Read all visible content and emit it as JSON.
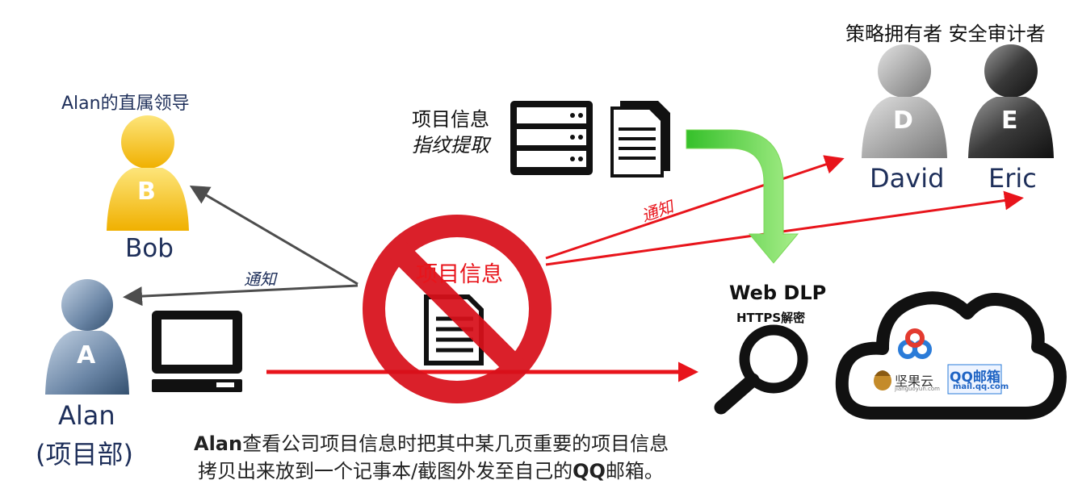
{
  "people": {
    "bob": {
      "role": "Alan的直属领导",
      "letter": "B",
      "name": "Bob"
    },
    "alan": {
      "letter": "A",
      "name": "Alan",
      "dept": "(项目部)"
    },
    "david": {
      "letter": "D",
      "name": "David"
    },
    "eric": {
      "letter": "E",
      "name": "Eric"
    },
    "owners_label": "策略拥有者 安全审计者"
  },
  "source": {
    "line1": "项目信息",
    "line2": "指纹提取"
  },
  "notify_left": "通知",
  "notify_right": "通知",
  "blocked_label": "项目信息",
  "dlp": {
    "title": "Web DLP",
    "subtitle": "HTTPS解密"
  },
  "cloud": {
    "jianguoyun": "坚果云",
    "jianguoyun_url": "jianguoyun.com",
    "qq": "QQ邮箱",
    "qq_url": "mail.qq.com"
  },
  "caption": {
    "line1_bold": "Alan",
    "line1_rest": "查看公司项目信息时把其中某几页重要的项目信息",
    "line2_pre": "拷贝出来放到一个记事本/截图外发至自己的",
    "line2_bold": "QQ",
    "line2_post": "邮箱。"
  },
  "colors": {
    "red": "#e8141b",
    "gray_arrow": "#4d4d4d",
    "green": "#5ed13a",
    "bob": "#f6c31a",
    "alan": "#5f7a99"
  }
}
